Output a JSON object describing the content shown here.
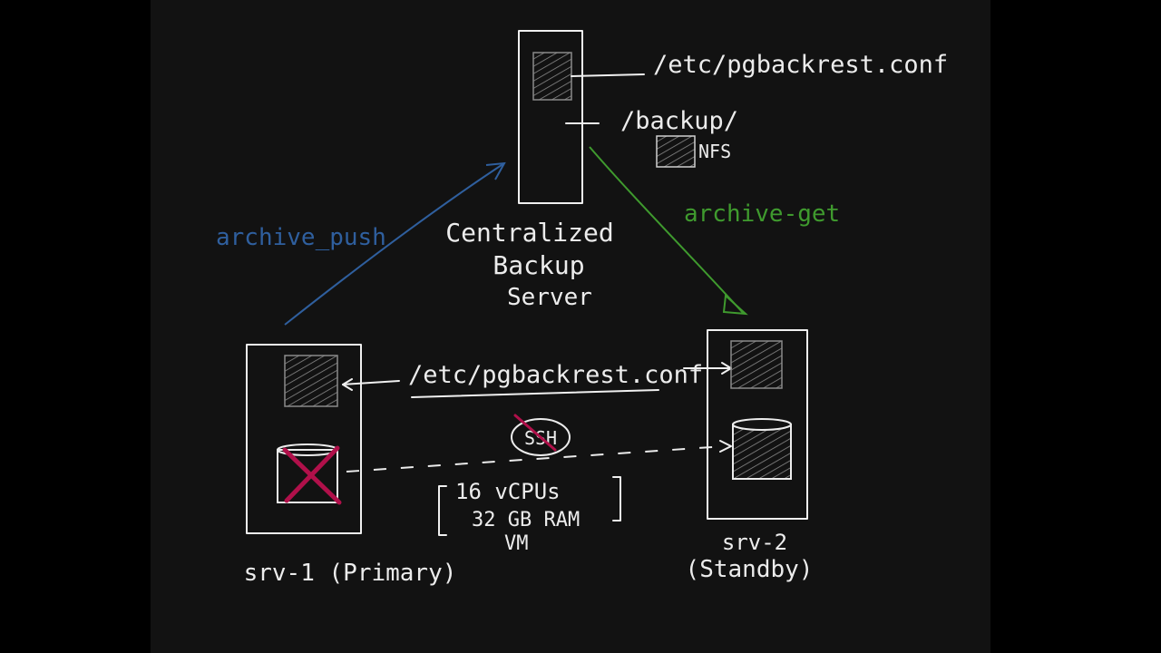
{
  "colors": {
    "background_outer": "#000000",
    "board": "#121212",
    "chalk": "#ececec",
    "file_box": "#8a8a8a",
    "archive_push": "#2f5f9e",
    "archive_get": "#3f9a2e",
    "cross": "#b0104a"
  },
  "backup_server": {
    "config_path": "/etc/pgbackrest.conf",
    "backup_path": "/backup/",
    "storage_label": "NFS",
    "title_line1": "Centralized",
    "title_line2": "Backup",
    "title_line3": "Server"
  },
  "flows": {
    "push_label": "archive_push",
    "get_label": "archive-get"
  },
  "middle": {
    "config_path": "/etc/pgbackrest.conf",
    "ssh_label": "SSH",
    "spec_line1": "16 vCPUs",
    "spec_line2": "32 GB RAM",
    "spec_line3": "VM"
  },
  "primary": {
    "label": "srv-1 (Primary)"
  },
  "standby": {
    "label_line1": "srv-2",
    "label_line2": "(Standby)"
  }
}
